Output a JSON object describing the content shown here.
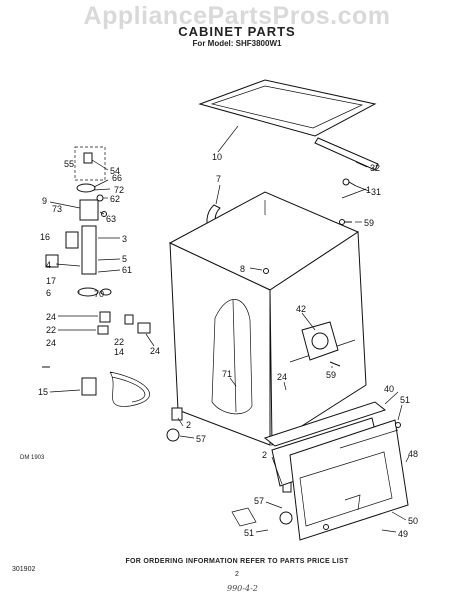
{
  "watermark": "AppliancePartsPros.com",
  "header": {
    "title": "CABINET PARTS",
    "subtitle": "For Model: SHF3800W1"
  },
  "callouts": [
    "1",
    "2",
    "2",
    "3",
    "4",
    "5",
    "6",
    "7",
    "8",
    "9",
    "10",
    "14",
    "15",
    "16",
    "17",
    "22",
    "22",
    "24",
    "24",
    "24",
    "24",
    "31",
    "32",
    "40",
    "42",
    "48",
    "49",
    "50",
    "51",
    "51",
    "54",
    "55",
    "57",
    "57",
    "59",
    "59",
    "61",
    "62",
    "63",
    "66",
    "70",
    "71",
    "72",
    "73"
  ],
  "diagram_code": "DM 1903",
  "footer": {
    "note": "FOR ORDERING INFORMATION REFER TO PARTS PRICE LIST",
    "doc_code": "301902",
    "page_number": "2",
    "handwritten": "990-4-2"
  }
}
